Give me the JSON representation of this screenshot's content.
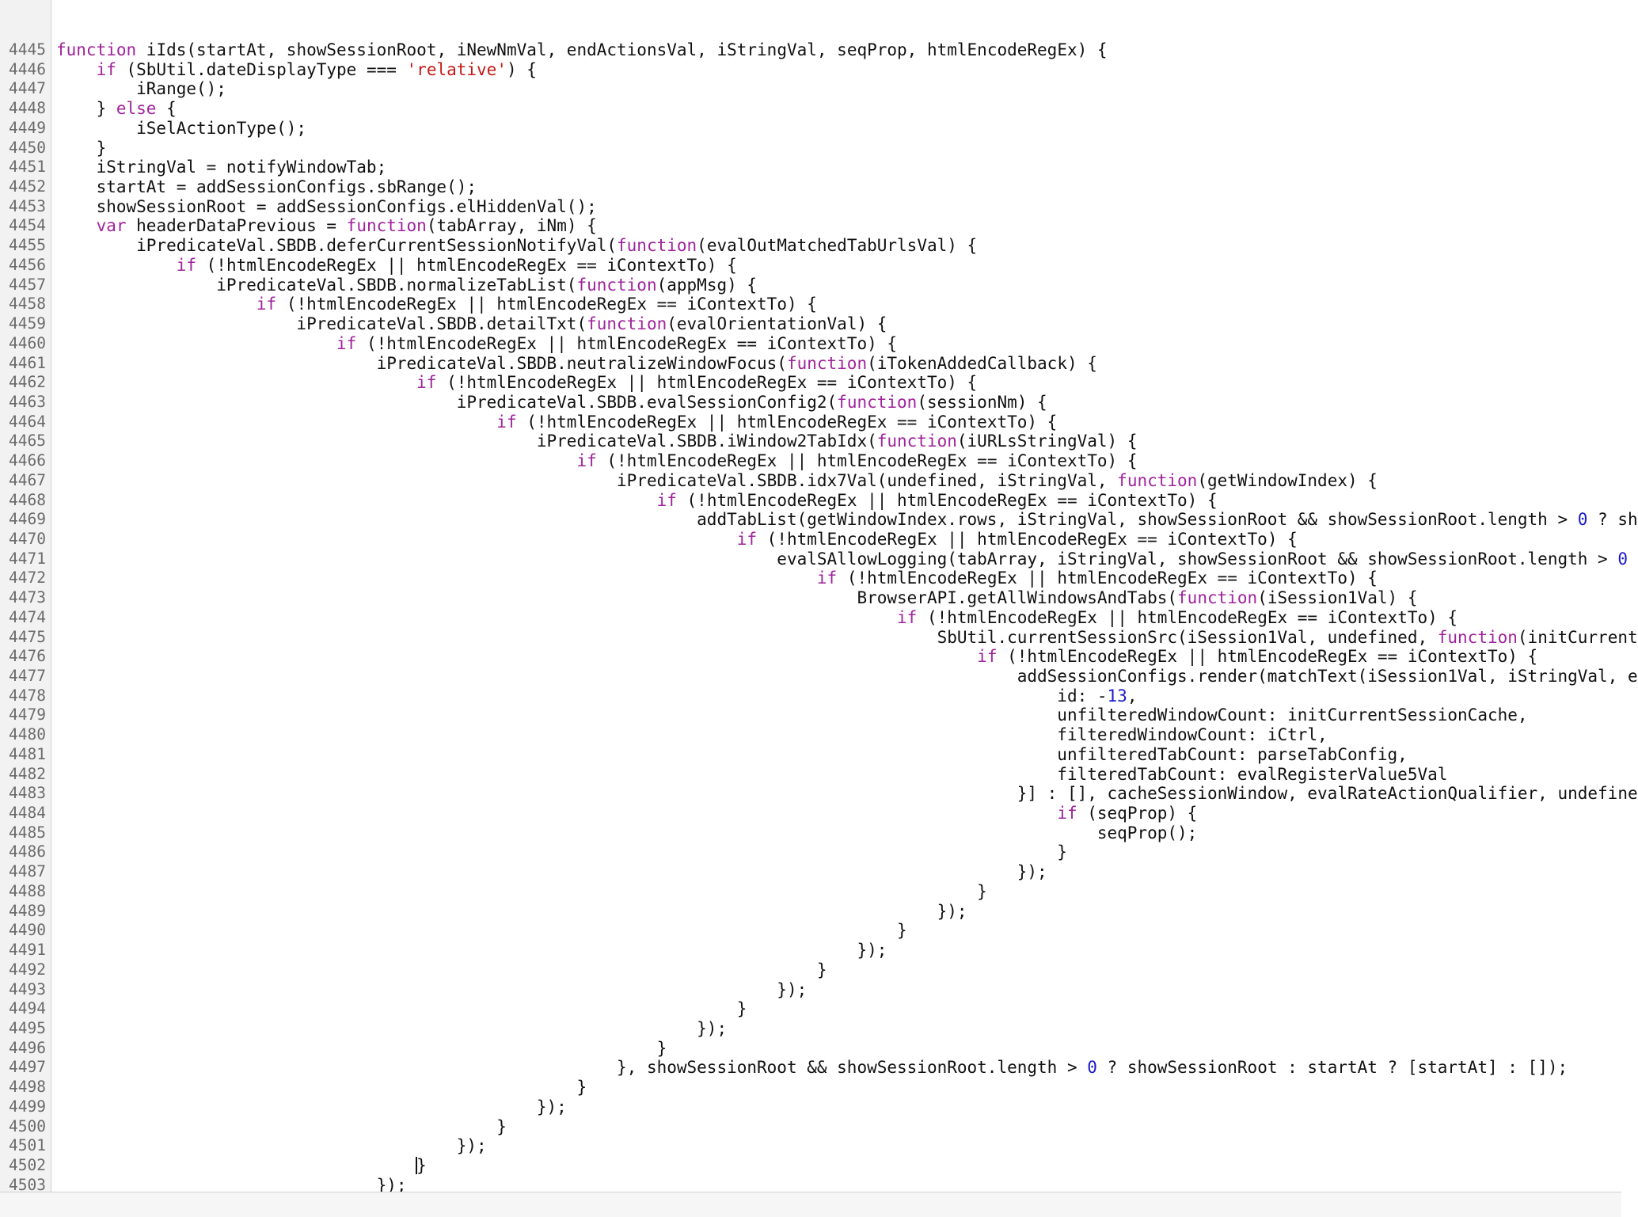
{
  "editor": {
    "colors": {
      "keyword": "#a0239c",
      "string": "#c41a16",
      "number": "#1a1ac8",
      "text": "#111111",
      "line_number": "#6b6b6b",
      "gutter": "#f2f2f2"
    },
    "lines": [
      {
        "num": "4445",
        "tokens": [
          [
            "kw",
            "function"
          ],
          [
            "txt",
            " iIds(startAt, showSessionRoot, iNewNmVal, endActionsVal, iStringVal, seqProp, htmlEncodeRegEx) {"
          ]
        ]
      },
      {
        "num": "4446",
        "tokens": [
          [
            "txt",
            "    "
          ],
          [
            "kw",
            "if"
          ],
          [
            "txt",
            " (SbUtil.dateDisplayType === "
          ],
          [
            "str",
            "'relative'"
          ],
          [
            "txt",
            ") {"
          ]
        ]
      },
      {
        "num": "4447",
        "tokens": [
          [
            "txt",
            "        iRange();"
          ]
        ]
      },
      {
        "num": "4448",
        "tokens": [
          [
            "txt",
            "    } "
          ],
          [
            "kw",
            "else"
          ],
          [
            "txt",
            " {"
          ]
        ]
      },
      {
        "num": "4449",
        "tokens": [
          [
            "txt",
            "        iSelActionType();"
          ]
        ]
      },
      {
        "num": "4450",
        "tokens": [
          [
            "txt",
            "    }"
          ]
        ]
      },
      {
        "num": "4451",
        "tokens": [
          [
            "txt",
            "    iStringVal = notifyWindowTab;"
          ]
        ]
      },
      {
        "num": "4452",
        "tokens": [
          [
            "txt",
            "    startAt = addSessionConfigs.sbRange();"
          ]
        ]
      },
      {
        "num": "4453",
        "tokens": [
          [
            "txt",
            "    showSessionRoot = addSessionConfigs.elHiddenVal();"
          ]
        ]
      },
      {
        "num": "4454",
        "tokens": [
          [
            "txt",
            "    "
          ],
          [
            "kw",
            "var"
          ],
          [
            "txt",
            " headerDataPrevious = "
          ],
          [
            "kw",
            "function"
          ],
          [
            "txt",
            "(tabArray, iNm) {"
          ]
        ]
      },
      {
        "num": "4455",
        "tokens": [
          [
            "txt",
            "        iPredicateVal.SBDB.deferCurrentSessionNotifyVal("
          ],
          [
            "kw",
            "function"
          ],
          [
            "txt",
            "(evalOutMatchedTabUrlsVal) {"
          ]
        ]
      },
      {
        "num": "4456",
        "tokens": [
          [
            "txt",
            "            "
          ],
          [
            "kw",
            "if"
          ],
          [
            "txt",
            " (!htmlEncodeRegEx || htmlEncodeRegEx == iContextTo) {"
          ]
        ]
      },
      {
        "num": "4457",
        "tokens": [
          [
            "txt",
            "                iPredicateVal.SBDB.normalizeTabList("
          ],
          [
            "kw",
            "function"
          ],
          [
            "txt",
            "(appMsg) {"
          ]
        ]
      },
      {
        "num": "4458",
        "tokens": [
          [
            "txt",
            "                    "
          ],
          [
            "kw",
            "if"
          ],
          [
            "txt",
            " (!htmlEncodeRegEx || htmlEncodeRegEx == iContextTo) {"
          ]
        ]
      },
      {
        "num": "4459",
        "tokens": [
          [
            "txt",
            "                        iPredicateVal.SBDB.detailTxt("
          ],
          [
            "kw",
            "function"
          ],
          [
            "txt",
            "(evalOrientationVal) {"
          ]
        ]
      },
      {
        "num": "4460",
        "tokens": [
          [
            "txt",
            "                            "
          ],
          [
            "kw",
            "if"
          ],
          [
            "txt",
            " (!htmlEncodeRegEx || htmlEncodeRegEx == iContextTo) {"
          ]
        ]
      },
      {
        "num": "4461",
        "tokens": [
          [
            "txt",
            "                                iPredicateVal.SBDB.neutralizeWindowFocus("
          ],
          [
            "kw",
            "function"
          ],
          [
            "txt",
            "(iTokenAddedCallback) {"
          ]
        ]
      },
      {
        "num": "4462",
        "tokens": [
          [
            "txt",
            "                                    "
          ],
          [
            "kw",
            "if"
          ],
          [
            "txt",
            " (!htmlEncodeRegEx || htmlEncodeRegEx == iContextTo) {"
          ]
        ]
      },
      {
        "num": "4463",
        "tokens": [
          [
            "txt",
            "                                        iPredicateVal.SBDB.evalSessionConfig2("
          ],
          [
            "kw",
            "function"
          ],
          [
            "txt",
            "(sessionNm) {"
          ]
        ]
      },
      {
        "num": "4464",
        "tokens": [
          [
            "txt",
            "                                            "
          ],
          [
            "kw",
            "if"
          ],
          [
            "txt",
            " (!htmlEncodeRegEx || htmlEncodeRegEx == iContextTo) {"
          ]
        ]
      },
      {
        "num": "4465",
        "tokens": [
          [
            "txt",
            "                                                iPredicateVal.SBDB.iWindow2TabIdx("
          ],
          [
            "kw",
            "function"
          ],
          [
            "txt",
            "(iURLsStringVal) {"
          ]
        ]
      },
      {
        "num": "4466",
        "tokens": [
          [
            "txt",
            "                                                    "
          ],
          [
            "kw",
            "if"
          ],
          [
            "txt",
            " (!htmlEncodeRegEx || htmlEncodeRegEx == iContextTo) {"
          ]
        ]
      },
      {
        "num": "4467",
        "tokens": [
          [
            "txt",
            "                                                        iPredicateVal.SBDB.idx7Val(undefined, iStringVal, "
          ],
          [
            "kw",
            "function"
          ],
          [
            "txt",
            "(getWindowIndex) {"
          ]
        ]
      },
      {
        "num": "4468",
        "tokens": [
          [
            "txt",
            "                                                            "
          ],
          [
            "kw",
            "if"
          ],
          [
            "txt",
            " (!htmlEncodeRegEx || htmlEncodeRegEx == iContextTo) {"
          ]
        ]
      },
      {
        "num": "4469",
        "tokens": [
          [
            "txt",
            "                                                                addTabList(getWindowIndex.rows, iStringVal, showSessionRoot && showSessionRoot.length > "
          ],
          [
            "num",
            "0"
          ],
          [
            "txt",
            " ? sh"
          ]
        ]
      },
      {
        "num": "4470",
        "tokens": [
          [
            "txt",
            "                                                                    "
          ],
          [
            "kw",
            "if"
          ],
          [
            "txt",
            " (!htmlEncodeRegEx || htmlEncodeRegEx == iContextTo) {"
          ]
        ]
      },
      {
        "num": "4471",
        "tokens": [
          [
            "txt",
            "                                                                        evalSAllowLogging(tabArray, iStringVal, showSessionRoot && showSessionRoot.length > "
          ],
          [
            "num",
            "0"
          ]
        ]
      },
      {
        "num": "4472",
        "tokens": [
          [
            "txt",
            "                                                                            "
          ],
          [
            "kw",
            "if"
          ],
          [
            "txt",
            " (!htmlEncodeRegEx || htmlEncodeRegEx == iContextTo) {"
          ]
        ]
      },
      {
        "num": "4473",
        "tokens": [
          [
            "txt",
            "                                                                                BrowserAPI.getAllWindowsAndTabs("
          ],
          [
            "kw",
            "function"
          ],
          [
            "txt",
            "(iSession1Val) {"
          ]
        ]
      },
      {
        "num": "4474",
        "tokens": [
          [
            "txt",
            "                                                                                    "
          ],
          [
            "kw",
            "if"
          ],
          [
            "txt",
            " (!htmlEncodeRegEx || htmlEncodeRegEx == iContextTo) {"
          ]
        ]
      },
      {
        "num": "4475",
        "tokens": [
          [
            "txt",
            "                                                                                        SbUtil.currentSessionSrc(iSession1Val, undefined, "
          ],
          [
            "kw",
            "function"
          ],
          [
            "txt",
            "(initCurrent"
          ]
        ]
      },
      {
        "num": "4476",
        "tokens": [
          [
            "txt",
            "                                                                                            "
          ],
          [
            "kw",
            "if"
          ],
          [
            "txt",
            " (!htmlEncodeRegEx || htmlEncodeRegEx == iContextTo) {"
          ]
        ]
      },
      {
        "num": "4477",
        "tokens": [
          [
            "txt",
            "                                                                                                addSessionConfigs.render(matchText(iSession1Val, iStringVal, e"
          ]
        ]
      },
      {
        "num": "4478",
        "tokens": [
          [
            "txt",
            "                                                                                                    id: -"
          ],
          [
            "num",
            "13"
          ],
          [
            "txt",
            ","
          ]
        ]
      },
      {
        "num": "4479",
        "tokens": [
          [
            "txt",
            "                                                                                                    unfilteredWindowCount: initCurrentSessionCache,"
          ]
        ]
      },
      {
        "num": "4480",
        "tokens": [
          [
            "txt",
            "                                                                                                    filteredWindowCount: iCtrl,"
          ]
        ]
      },
      {
        "num": "4481",
        "tokens": [
          [
            "txt",
            "                                                                                                    unfilteredTabCount: parseTabConfig,"
          ]
        ]
      },
      {
        "num": "4482",
        "tokens": [
          [
            "txt",
            "                                                                                                    filteredTabCount: evalRegisterValue5Val"
          ]
        ]
      },
      {
        "num": "4483",
        "tokens": [
          [
            "txt",
            "                                                                                                }] : [], cacheSessionWindow, evalRateActionQualifier, undefine"
          ]
        ]
      },
      {
        "num": "4484",
        "tokens": [
          [
            "txt",
            "                                                                                                    "
          ],
          [
            "kw",
            "if"
          ],
          [
            "txt",
            " (seqProp) {"
          ]
        ]
      },
      {
        "num": "4485",
        "tokens": [
          [
            "txt",
            "                                                                                                        seqProp();"
          ]
        ]
      },
      {
        "num": "4486",
        "tokens": [
          [
            "txt",
            "                                                                                                    }"
          ]
        ]
      },
      {
        "num": "4487",
        "tokens": [
          [
            "txt",
            "                                                                                                });"
          ]
        ]
      },
      {
        "num": "4488",
        "tokens": [
          [
            "txt",
            "                                                                                            }"
          ]
        ]
      },
      {
        "num": "4489",
        "tokens": [
          [
            "txt",
            "                                                                                        });"
          ]
        ]
      },
      {
        "num": "4490",
        "tokens": [
          [
            "txt",
            "                                                                                    }"
          ]
        ]
      },
      {
        "num": "4491",
        "tokens": [
          [
            "txt",
            "                                                                                });"
          ]
        ]
      },
      {
        "num": "4492",
        "tokens": [
          [
            "txt",
            "                                                                            }"
          ]
        ]
      },
      {
        "num": "4493",
        "tokens": [
          [
            "txt",
            "                                                                        });"
          ]
        ]
      },
      {
        "num": "4494",
        "tokens": [
          [
            "txt",
            "                                                                    }"
          ]
        ]
      },
      {
        "num": "4495",
        "tokens": [
          [
            "txt",
            "                                                                });"
          ]
        ]
      },
      {
        "num": "4496",
        "tokens": [
          [
            "txt",
            "                                                            }"
          ]
        ]
      },
      {
        "num": "4497",
        "tokens": [
          [
            "txt",
            "                                                        }, showSessionRoot && showSessionRoot.length > "
          ],
          [
            "num",
            "0"
          ],
          [
            "txt",
            " ? showSessionRoot : startAt ? [startAt] : []);"
          ]
        ]
      },
      {
        "num": "4498",
        "tokens": [
          [
            "txt",
            "                                                    }"
          ]
        ]
      },
      {
        "num": "4499",
        "tokens": [
          [
            "txt",
            "                                                });"
          ]
        ]
      },
      {
        "num": "4500",
        "tokens": [
          [
            "txt",
            "                                            }"
          ]
        ]
      },
      {
        "num": "4501",
        "tokens": [
          [
            "txt",
            "                                        });"
          ]
        ]
      },
      {
        "num": "4502",
        "tokens": [
          [
            "txt",
            "                                    }"
          ]
        ]
      },
      {
        "num": "4503",
        "tokens": [
          [
            "txt",
            "                                });"
          ]
        ]
      }
    ]
  }
}
